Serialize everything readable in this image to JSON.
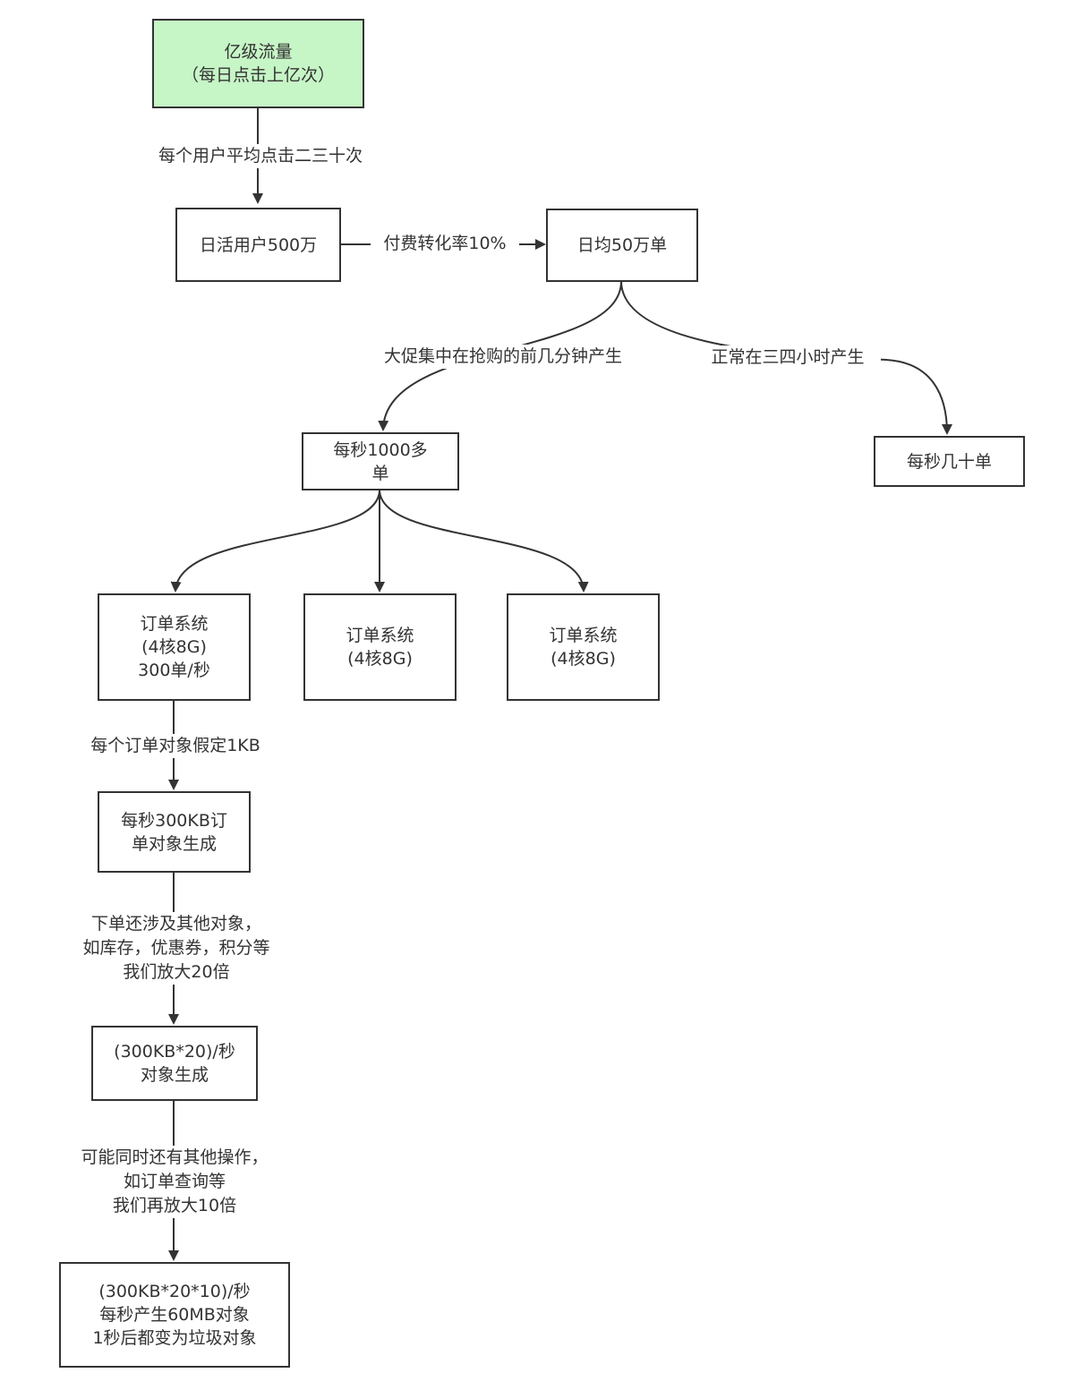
{
  "colors": {
    "line": "#333333",
    "start_fill": "#c6f5c6",
    "box_fill": "#ffffff"
  },
  "nodes": {
    "n1": "亿级流量\n（每日点击上亿次）",
    "n2": "日活用户500万",
    "n3": "日均50万单",
    "n4": "每秒1000多\n单",
    "n5": "每秒几十单",
    "n6": "订单系统\n(4核8G)\n300单/秒",
    "n7": "订单系统\n(4核8G)",
    "n8": "订单系统\n(4核8G)",
    "n9": "每秒300KB订\n单对象生成",
    "n10": "(300KB*20)/秒\n对象生成",
    "n11": "(300KB*20*10)/秒\n每秒产生60MB对象\n1秒后都变为垃圾对象"
  },
  "edges": {
    "e1": "每个用户平均点击二三十次",
    "e2": "付费转化率10%",
    "e3": "大促集中在抢购的前几分钟产生",
    "e4": "正常在三四小时产生",
    "e5": "每个订单对象假定1KB",
    "e6": "下单还涉及其他对象，\n如库存，优惠券，积分等\n我们放大20倍",
    "e7": "可能同时还有其他操作，\n如订单查询等\n我们再放大10倍"
  }
}
